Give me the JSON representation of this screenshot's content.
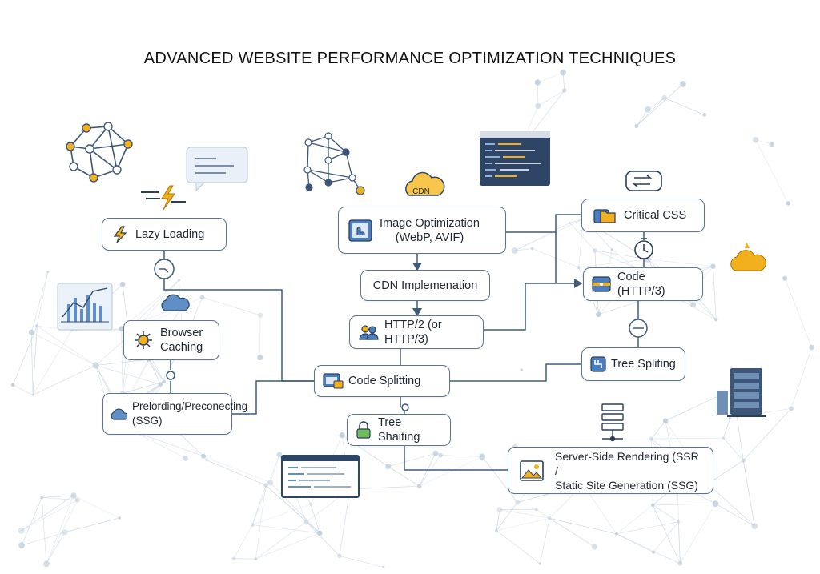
{
  "title": "ADVANCED WEBSITE PERFORMANCE OPTIMIZATION TECHNIQUES",
  "colors": {
    "border": "#5d7395",
    "line": "#3f5a7d",
    "accent_yellow": "#f2b01e",
    "accent_blue": "#4a7ec0",
    "network": "#b7c6d6"
  },
  "nodes": {
    "lazy_loading": {
      "label": "Lazy Loading",
      "icon": "lightning-icon"
    },
    "browser_caching": {
      "label": "Browser\nCaching",
      "icon": "sun-gear-icon"
    },
    "preloading": {
      "label": "Prelording/Preconecting\n(SSG)",
      "icon": "cloud-icon"
    },
    "image_optimization": {
      "label": "Image Optimization\n(WebP, AVIF)",
      "icon": "image-frame-icon"
    },
    "cdn_implementation": {
      "label": "CDN Implemenation",
      "icon": ""
    },
    "http2": {
      "label": "HTTP/2 (or HTTP/3)",
      "icon": "users-icon"
    },
    "code_splitting": {
      "label": "Code Splitting",
      "icon": "browser-window-icon"
    },
    "tree_shaking": {
      "label": "Tree Shaiting",
      "icon": "lock-icon"
    },
    "critical_css": {
      "label": "Critical CSS",
      "icon": "folder-icon"
    },
    "code_http3": {
      "label": "Code (HTTP/3)",
      "icon": "panel-icon"
    },
    "tree_splitting": {
      "label": "Tree Spliting",
      "icon": "split-icon"
    },
    "ssr": {
      "label": "Server-Side Rendering (SSR /\nStatic Site Generation (SSG)",
      "icon": "landscape-image-icon"
    }
  },
  "decor": {
    "cdn_cloud_label": "CDN"
  }
}
